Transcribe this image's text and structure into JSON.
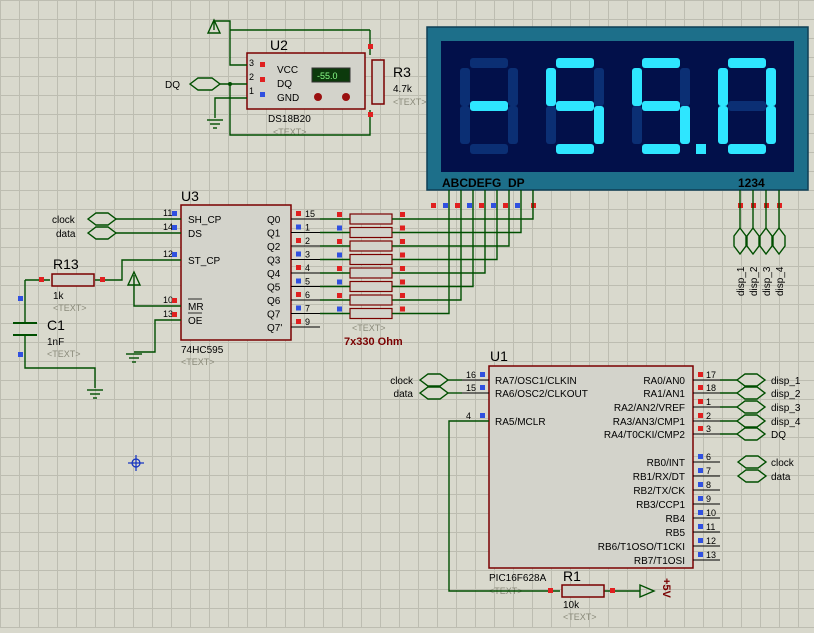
{
  "u2": {
    "ref": "U2",
    "part": "DS18B20",
    "text": "<TEXT>",
    "lcd": "-55.0",
    "pins": [
      {
        "num": "3",
        "name": "VCC"
      },
      {
        "num": "2",
        "name": "DQ"
      },
      {
        "num": "1",
        "name": "GND"
      }
    ],
    "terminal": "DQ"
  },
  "r3": {
    "ref": "R3",
    "value": "4.7k",
    "text": "<TEXT>"
  },
  "display": {
    "digits": [
      "-",
      "5",
      "5",
      "0"
    ],
    "dp_digit": 2,
    "segments_label": "ABCDEFG  DP",
    "digits_label": "1234",
    "bottom_terminals": [
      "disp_1",
      "disp_2",
      "disp_3",
      "disp_4"
    ],
    "colors": {
      "frame": "#1d6f8a",
      "face": "#02104a",
      "lit": "#2ee6ff",
      "dim": "#0b2f74"
    }
  },
  "u3": {
    "ref": "U3",
    "part": "74HC595",
    "text": "<TEXT>",
    "left_pins": [
      {
        "num": "11",
        "name": "SH_CP"
      },
      {
        "num": "14",
        "name": "DS"
      },
      {
        "num": "12",
        "name": "ST_CP"
      },
      {
        "num": "10",
        "name": "MR"
      },
      {
        "num": "13",
        "name": "OE"
      }
    ],
    "right_pins": [
      {
        "num": "15",
        "name": "Q0"
      },
      {
        "num": "1",
        "name": "Q1"
      },
      {
        "num": "2",
        "name": "Q2"
      },
      {
        "num": "3",
        "name": "Q3"
      },
      {
        "num": "4",
        "name": "Q4"
      },
      {
        "num": "5",
        "name": "Q5"
      },
      {
        "num": "6",
        "name": "Q6"
      },
      {
        "num": "7",
        "name": "Q7"
      },
      {
        "num": "9",
        "name": "Q7'"
      }
    ],
    "terminals": [
      "clock",
      "data"
    ]
  },
  "rarray": {
    "label": "7x330 Ohm",
    "text": "<TEXT>"
  },
  "r13": {
    "ref": "R13",
    "value": "1k",
    "text": "<TEXT>"
  },
  "c1": {
    "ref": "C1",
    "value": "1nF",
    "text": "<TEXT>"
  },
  "u1": {
    "ref": "U1",
    "part": "PIC16F628A",
    "text": "<TEXT>",
    "left_pins": [
      {
        "num": "16",
        "name": "RA7/OSC1/CLKIN"
      },
      {
        "num": "15",
        "name": "RA6/OSC2/CLKOUT"
      },
      {
        "num": "4",
        "name": "RA5/MCLR"
      }
    ],
    "right_pins": [
      {
        "num": "17",
        "name": "RA0/AN0"
      },
      {
        "num": "18",
        "name": "RA1/AN1"
      },
      {
        "num": "1",
        "name": "RA2/AN2/VREF"
      },
      {
        "num": "2",
        "name": "RA3/AN3/CMP1"
      },
      {
        "num": "3",
        "name": "RA4/T0CKI/CMP2"
      },
      {
        "num": "6",
        "name": "RB0/INT"
      },
      {
        "num": "7",
        "name": "RB1/RX/DT"
      },
      {
        "num": "8",
        "name": "RB2/TX/CK"
      },
      {
        "num": "9",
        "name": "RB3/CCP1"
      },
      {
        "num": "10",
        "name": "RB4"
      },
      {
        "num": "11",
        "name": "RB5"
      },
      {
        "num": "12",
        "name": "RB6/T1OSO/T1CKI"
      },
      {
        "num": "13",
        "name": "RB7/T1OSI"
      }
    ],
    "left_terminals": [
      "clock",
      "data"
    ],
    "right_terminals": [
      "disp_1",
      "disp_2",
      "disp_3",
      "disp_4",
      "DQ"
    ],
    "rb_terminals": [
      "clock",
      "data"
    ]
  },
  "r1": {
    "ref": "R1",
    "value": "10k",
    "text": "<TEXT>"
  },
  "power": {
    "label": "+5V"
  },
  "colors": {
    "wire": "#004f00",
    "body": "#d3d3cb",
    "outline": "#7a0000",
    "text": "#000000",
    "pin_red": "#e02020",
    "pin_blue": "#3050e0",
    "ref_text": "#8a8a7a",
    "array_label": "#7a0000"
  }
}
